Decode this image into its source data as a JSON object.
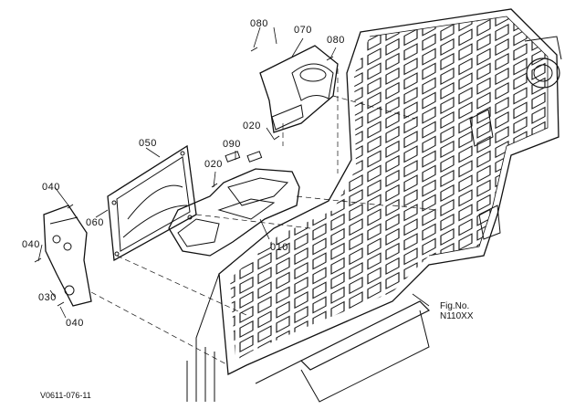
{
  "parts": {
    "p010": "010",
    "p020a": "020",
    "p020b": "020",
    "p030": "030",
    "p040a": "040",
    "p040b": "040",
    "p040c": "040",
    "p050": "050",
    "p060": "060",
    "p070": "070",
    "p080a": "080",
    "p080b": "080",
    "p090": "090"
  },
  "figure": {
    "line1": "Fig.No.",
    "line2": "N110XX"
  },
  "drawing_code": "V0611-076-11"
}
